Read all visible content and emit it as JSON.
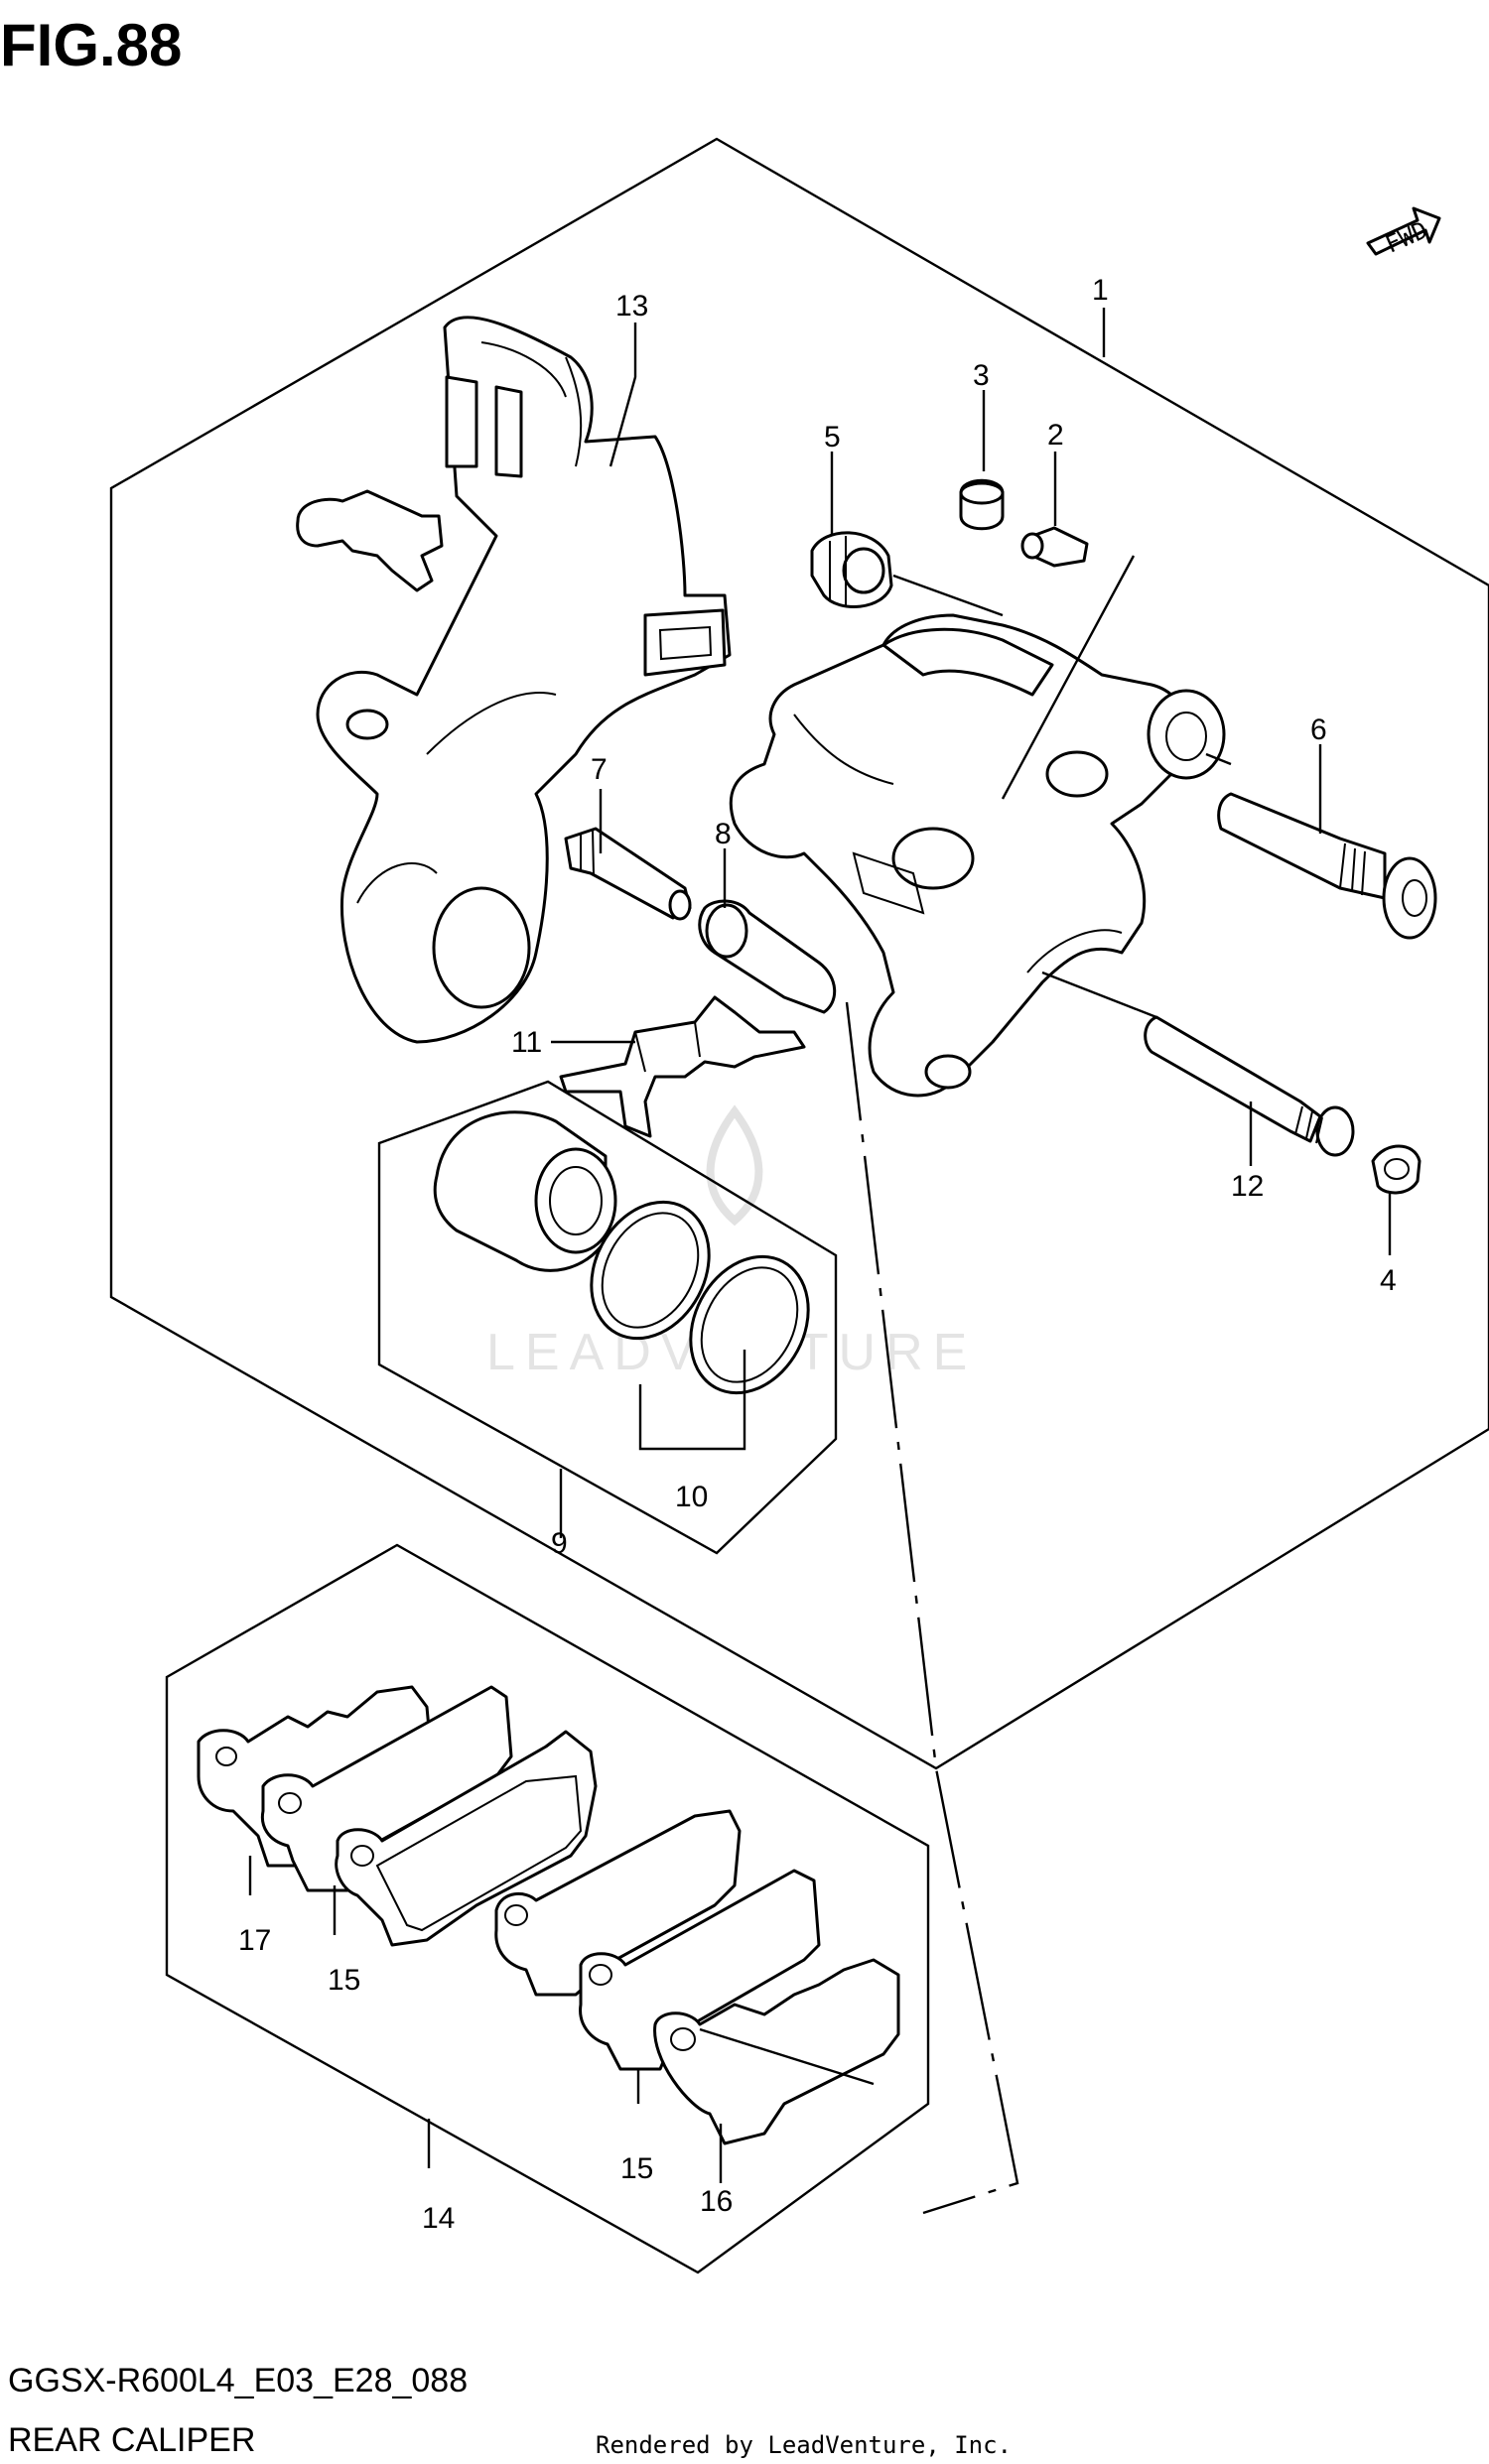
{
  "figure": {
    "title": "FIG.88"
  },
  "orientation": {
    "label": "FWD"
  },
  "watermark": {
    "text": "LEADVENTURE"
  },
  "footer": {
    "model_code": "GGSX-R600L4_E03_E28_088",
    "section_name": "REAR CALIPER",
    "rendered_by": "Rendered by LeadVenture, Inc."
  },
  "callouts": {
    "c1": "1",
    "c2": "2",
    "c3": "3",
    "c4": "4",
    "c5": "5",
    "c6": "6",
    "c7": "7",
    "c8": "8",
    "c9": "9",
    "c10": "10",
    "c11": "11",
    "c12": "12",
    "c13": "13",
    "c14": "14",
    "c15a": "15",
    "c15b": "15",
    "c16": "16",
    "c17": "17"
  }
}
